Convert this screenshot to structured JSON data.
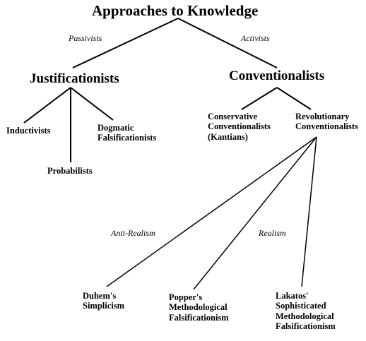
{
  "root": {
    "title": "Approaches to Knowledge"
  },
  "edge_labels": {
    "passivists": "Passivists",
    "activists": "Activists",
    "anti_realism": "Anti-Realism",
    "realism": "Realism"
  },
  "justificationists": {
    "title": "Justificationists",
    "children": {
      "inductivists": [
        "Inductivists"
      ],
      "probabilists": [
        "Probabilists"
      ],
      "dogmatic": [
        "Dogmatic",
        "Falsificationists"
      ]
    }
  },
  "conventionalists": {
    "title": "Conventionalists",
    "children": {
      "conservative": [
        "Conservative",
        "Conventionalists",
        "(Kantians)"
      ],
      "revolutionary": [
        "Revolutionary",
        "Conventionalists"
      ]
    }
  },
  "revolutionary_children": {
    "duhem": [
      "Duhem's",
      "Simplicism"
    ],
    "popper": [
      "Popper's",
      "Methodological",
      "Falsificationism"
    ],
    "lakatos": [
      "Lakatos'",
      "Sophisticated",
      "Methodological",
      "Falsificationism"
    ]
  }
}
